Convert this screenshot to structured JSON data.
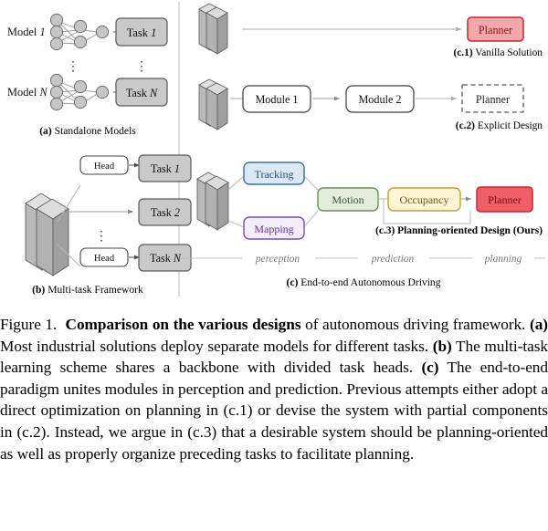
{
  "figure": {
    "panel_a": {
      "caption_bold": "(a)",
      "caption_text": " Standalone Models",
      "rows": [
        {
          "model_label_pre": "Model ",
          "model_label_it": "1",
          "task_label_pre": "Task ",
          "task_label_it": "1"
        },
        {
          "model_label_pre": "Model ",
          "model_label_it": "N",
          "task_label_pre": "Task ",
          "task_label_it": "N"
        }
      ],
      "vdots": "⋮"
    },
    "panel_b": {
      "caption_bold": "(b)",
      "caption_text": " Multi-task Framework",
      "head_label": "Head",
      "tasks": [
        {
          "pre": "Task ",
          "it": "1"
        },
        {
          "pre": "Task ",
          "it": "2"
        },
        {
          "pre": "Task ",
          "it": "N"
        }
      ],
      "vdots": "⋮"
    },
    "panel_c": {
      "caption_bold": "(c)",
      "caption_text": " End-to-end Autonomous Driving",
      "stage_labels": [
        "perception",
        "prediction",
        "planning"
      ],
      "c1": {
        "caption_bold": "(c.1)",
        "caption_text": " Vanilla Solution",
        "planner_label": "Planner"
      },
      "c2": {
        "caption_bold": "(c.2)",
        "caption_text": " Explicit Design",
        "module1_label": "Module 1",
        "module2_label": "Module 2",
        "planner_label": "Planner"
      },
      "c3": {
        "caption_bold": "(c.3)",
        "caption_text": " Planning-oriented Design (Ours)",
        "tracking_label": "Tracking",
        "mapping_label": "Mapping",
        "motion_label": "Motion",
        "occupancy_label": "Occupancy",
        "planner_label": "Planner"
      }
    },
    "colors": {
      "task_box_fill": "#c9c9c9",
      "task_box_stroke": "#5a5a5a",
      "node_fill": "#c6c6c6",
      "node_stroke": "#6e6e6e",
      "arrow_gray": "#8c8c8c",
      "divider": "#bdbdbd",
      "backbone_fill": "#dcdcdc",
      "backbone_side": "#a8a8a8",
      "tracking_fill": "#dce9f5",
      "tracking_stroke": "#3a6ea5",
      "tracking_text": "#1f4e79",
      "mapping_fill": "#f0e9f8",
      "mapping_stroke": "#7b4fa8",
      "mapping_text": "#6b2fa0",
      "motion_fill": "#e2eeda",
      "motion_stroke": "#6b8f5a",
      "motion_text": "#33503a",
      "occupancy_fill": "#fdf5d4",
      "occupancy_stroke": "#bfa23a",
      "occupancy_text": "#6b5a14",
      "planner_fill": "#f2a7ab",
      "planner_stroke": "#c0292f",
      "planner_text": "#8c1016",
      "planner_dashed_stroke": "#555555"
    }
  },
  "caption": {
    "fig_no": "Figure 1.",
    "title_bold": "Comparison on the various designs",
    "body_1": " of autonomous driving framework. ",
    "a_bold": "(a)",
    "body_2": " Most industrial solutions deploy separate models for different tasks. ",
    "b_bold": "(b)",
    "body_3": " The multi-task learning scheme shares a backbone with divided task heads. ",
    "c_bold": "(c)",
    "body_4": " The end-to-end paradigm unites modules in perception and prediction. Previous attempts either adopt a direct optimization on planning in (c.1) or devise the system with partial components in (c.2). Instead, we argue in (c.3) that a desirable system should be planning-oriented as well as properly organize preceding tasks to facilitate planning."
  }
}
